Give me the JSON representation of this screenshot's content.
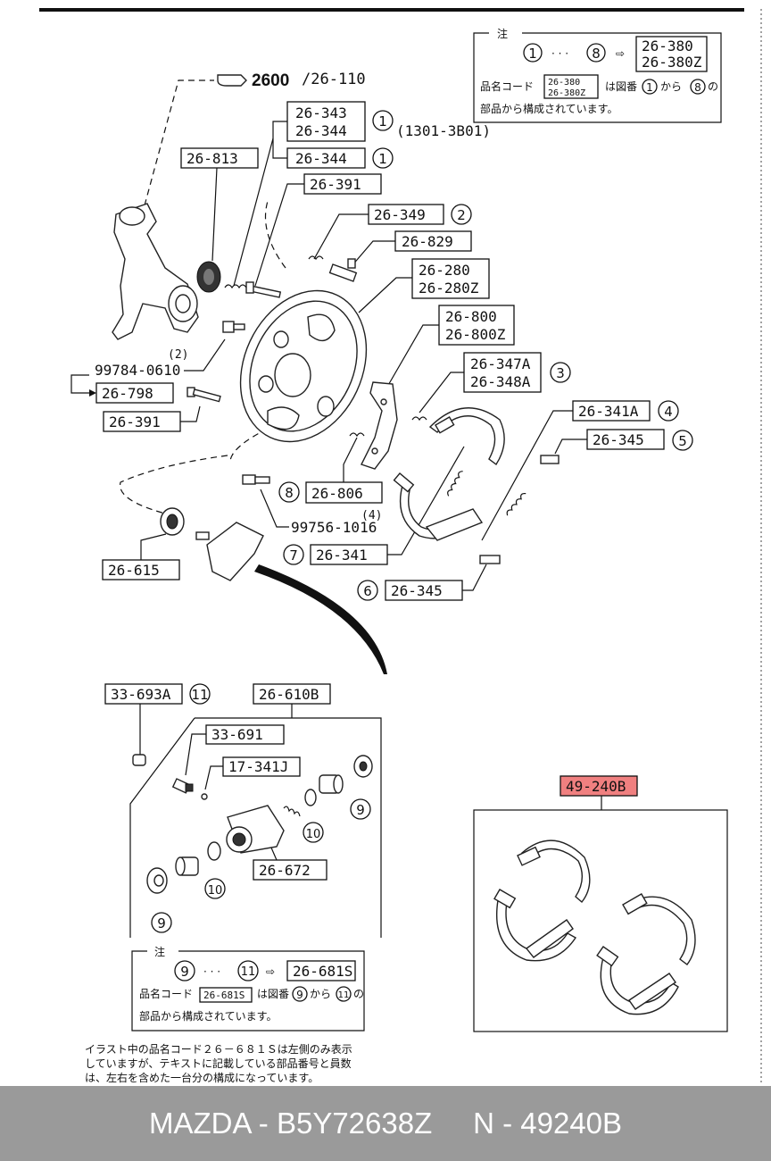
{
  "note_top": {
    "header": "注",
    "range_start": "1",
    "range_dots": "· · ·",
    "range_end": "8",
    "arrow": "⇨",
    "code_a": "26-380",
    "code_b": "26-380Z",
    "text_prefix": "品名コード",
    "text_mid": "は図番",
    "text_kara": "から",
    "text_no": "の",
    "text_line2": "部品から構成されています。"
  },
  "top_ref": {
    "main": "2600",
    "sub": "/26-110"
  },
  "parts": {
    "p26_343": "26-343",
    "p26_344a": "26-344",
    "p26_344b": "26-344",
    "ref_1301": "(1301-3B01)",
    "p26_813": "26-813",
    "p26_391a": "26-391",
    "p26_349": "26-349",
    "p26_829": "26-829",
    "p26_280": "26-280",
    "p26_280z": "26-280Z",
    "p26_800": "26-800",
    "p26_800z": "26-800Z",
    "p26_347a": "26-347A",
    "p26_348a": "26-348A",
    "p26_341a": "26-341A",
    "p26_345a": "26-345",
    "qty_2": "(2)",
    "p99784": "99784-0610",
    "p26_798": "26-798",
    "p26_391b": "26-391",
    "p26_806": "26-806",
    "qty_4": "(4)",
    "p99756": "99756-1016",
    "p26_341": "26-341",
    "p26_345b": "26-345",
    "p26_615": "26-615",
    "p33_693a": "33-693A",
    "p26_610b": "26-610B",
    "p33_691": "33-691",
    "p17_341j": "17-341J",
    "p26_672": "26-672",
    "p49_240b": "49-240B"
  },
  "callouts": {
    "c1a": "1",
    "c1b": "1",
    "c2": "2",
    "c3": "3",
    "c4": "4",
    "c5": "5",
    "c6": "6",
    "c7": "7",
    "c8": "8",
    "c9a": "9",
    "c9b": "9",
    "c10a": "10",
    "c10b": "10",
    "c11": "11"
  },
  "note_bottom": {
    "header": "注",
    "range_start": "9",
    "range_dots": "· · ·",
    "range_end": "11",
    "arrow": "⇨",
    "code": "26-681S",
    "text_prefix": "品名コード",
    "text_mid": "は図番",
    "text_kara": "から",
    "text_no": "の",
    "text_line2": "部品から構成されています。"
  },
  "footnote": {
    "line1": "イラスト中の品名コード２６－６８１Ｓは左側のみ表示",
    "line2": "していますが、テキストに記載している部品番号と員数",
    "line3": "は、左右を含めた一台分の構成になっています。"
  },
  "highlight_color": "#f08080",
  "footer": {
    "text": "MAZDA - B5Y72638Z     N - 49240B",
    "background": "#9a9a9a"
  }
}
